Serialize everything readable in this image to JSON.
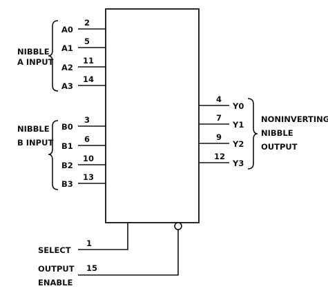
{
  "a_inputs": [
    {
      "signal": "A0",
      "pin": "2"
    },
    {
      "signal": "A1",
      "pin": "5"
    },
    {
      "signal": "A2",
      "pin": "11"
    },
    {
      "signal": "A3",
      "pin": "14"
    }
  ],
  "b_inputs": [
    {
      "signal": "B0",
      "pin": "3"
    },
    {
      "signal": "B1",
      "pin": "6"
    },
    {
      "signal": "B2",
      "pin": "10"
    },
    {
      "signal": "B3",
      "pin": "13"
    }
  ],
  "outputs": [
    {
      "signal": "Y0",
      "pin": "4"
    },
    {
      "signal": "Y1",
      "pin": "7"
    },
    {
      "signal": "Y2",
      "pin": "9"
    },
    {
      "signal": "Y3",
      "pin": "12"
    }
  ],
  "groups": {
    "a_input": [
      "NIBBLE",
      "A INPUT"
    ],
    "b_input": [
      "NIBBLE",
      "B INPUT"
    ],
    "output": [
      "NONINVERTING",
      "NIBBLE",
      "OUTPUT"
    ]
  },
  "select": {
    "label": "SELECT",
    "pin": "1"
  },
  "output_enable": {
    "label": [
      "OUTPUT",
      "ENABLE"
    ],
    "pin": "15"
  }
}
